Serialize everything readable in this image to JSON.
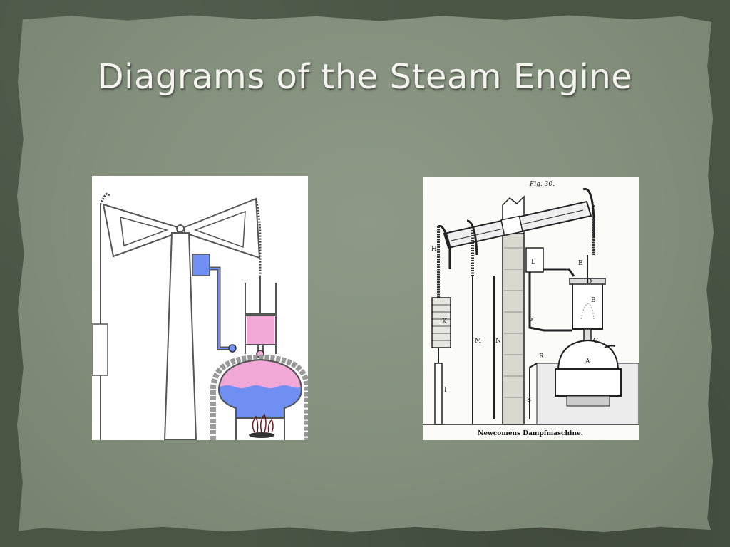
{
  "slide": {
    "title": "Diagrams of the Steam Engine"
  },
  "figures": {
    "left": {
      "colors": {
        "steam": "#f2a8d6",
        "water": "#6f8ff2",
        "fire": "#333333"
      }
    },
    "right": {
      "caption_top": "Fig. 30.",
      "caption_bottom": "Newcomens Dampfmaschine.",
      "labels": {
        "F": "F",
        "H": "H",
        "L": "L",
        "E": "E",
        "D": "D",
        "B": "B",
        "K": "K",
        "M": "M",
        "N": "N",
        "P": "P",
        "C": "C",
        "A": "A",
        "R": "R",
        "S": "S",
        "I": "I"
      }
    }
  }
}
